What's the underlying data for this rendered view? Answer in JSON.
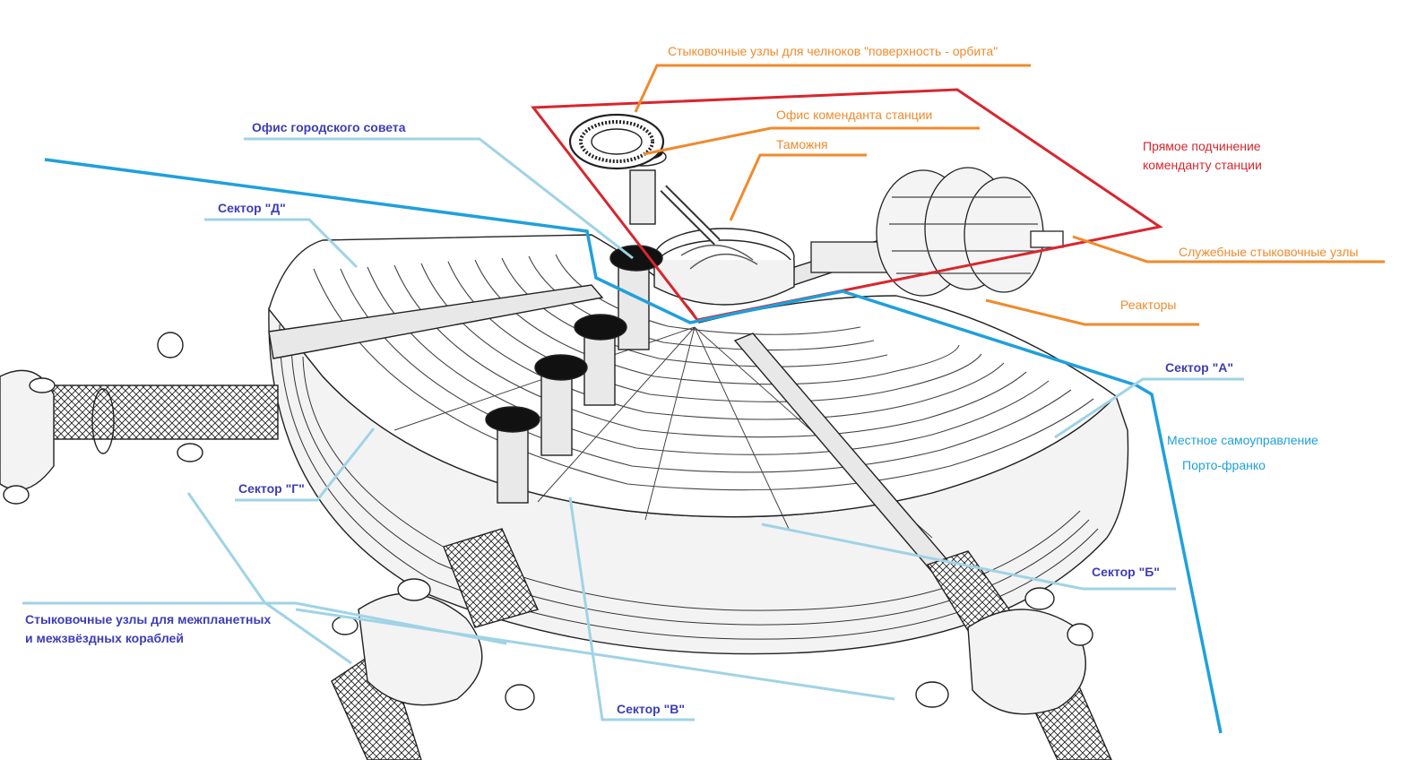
{
  "labels": {
    "shuttle_docks": "Стыковочные узлы для челноков \"поверхность - орбита\"",
    "commandant_office": "Офис коменданта станции",
    "customs": "Таможня",
    "direct_subordination_line1": "Прямое подчинение",
    "direct_subordination_line2": "коменданту станции",
    "service_docks": "Служебные стыковочные узлы",
    "reactors": "Реакторы",
    "city_council_office": "Офис городского совета",
    "sector_d": "Сектор \"Д\"",
    "sector_g": "Сектор \"Г\"",
    "sector_a": "Сектор \"А\"",
    "self_government": "Местное самоуправление",
    "porto_franco": "Порто-франко",
    "sector_b": "Сектор \"Б\"",
    "sector_v": "Сектор \"В\"",
    "ship_docks_line1": "Стыковочные узлы для межпланетных",
    "ship_docks_line2": "и межзвёздных кораблей"
  },
  "colors": {
    "navy_label": "#3d3db5",
    "orange_label": "#f08a2c",
    "red_zone": "#d8262e",
    "blue_zone": "#1fa0dc",
    "light_blue_pointer": "#9fd3e6",
    "structure_stroke": "#222222"
  }
}
